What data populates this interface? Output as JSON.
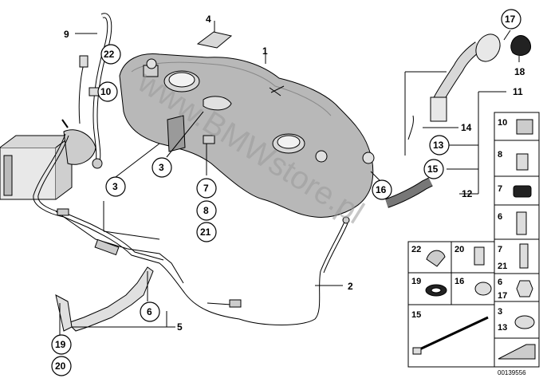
{
  "diagram": {
    "catalog_number": "00139556",
    "watermark": "www.BMWstore.pl",
    "callouts": {
      "c1": "1",
      "c2": "2",
      "c3a": "3",
      "c3b": "3",
      "c4": "4",
      "c5": "5",
      "c6": "6",
      "c7": "7",
      "c8": "8",
      "c9": "9",
      "c10": "10",
      "c11": "11",
      "c12": "12",
      "c13": "13",
      "c14": "14",
      "c15": "15",
      "c16": "16",
      "c17": "17",
      "c18": "18",
      "c19": "19",
      "c20": "20",
      "c21": "21",
      "c22": "22"
    },
    "legend": [
      {
        "label": "10"
      },
      {
        "label": "8"
      },
      {
        "label": "7"
      },
      {
        "label": "6"
      },
      {
        "label": "7",
        "label2": "21"
      },
      {
        "label": "22"
      },
      {
        "label": "20"
      },
      {
        "label": "19"
      },
      {
        "label": "16"
      },
      {
        "label": "6",
        "label2": "17"
      },
      {
        "label": "15"
      },
      {
        "label": "3",
        "label2": "13"
      }
    ]
  }
}
